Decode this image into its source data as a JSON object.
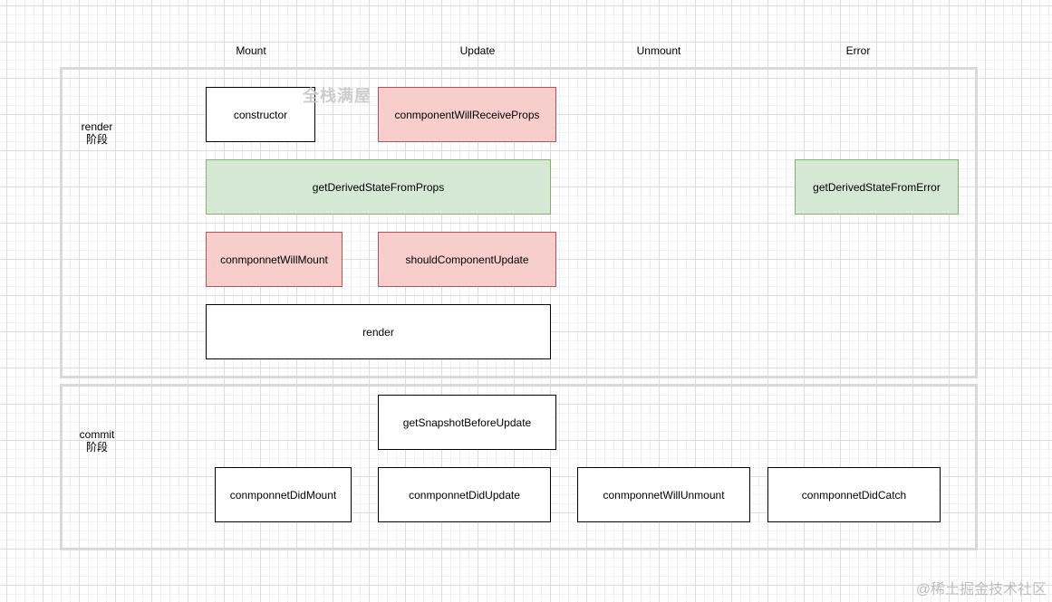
{
  "columns": {
    "mount": "Mount",
    "update": "Update",
    "unmount": "Unmount",
    "error": "Error"
  },
  "phases": {
    "render": {
      "name": "render",
      "suffix": "阶段"
    },
    "commit": {
      "name": "commit",
      "suffix": "阶段"
    }
  },
  "boxes": {
    "constructor": "constructor",
    "will_receive_props": "conmponentWillReceiveProps",
    "derived_state_from_props": "getDerivedStateFromProps",
    "derived_state_from_error": "getDerivedStateFromError",
    "will_mount": "conmponnetWillMount",
    "should_update": "shouldComponentUpdate",
    "render": "render",
    "snapshot_before_update": "getSnapshotBeforeUpdate",
    "did_mount": "conmponnetDidMount",
    "did_update": "conmponnetDidUpdate",
    "will_unmount": "conmponnetWillUnmount",
    "did_catch": "conmponnetDidCatch"
  },
  "colors": {
    "red_fill": "#f8cecc",
    "red_stroke": "#b85450",
    "green_fill": "#d5e8d4",
    "green_stroke": "#82b366"
  },
  "watermarks": {
    "top": "全栈满屋",
    "bottom": "@稀土掘金技术社区"
  }
}
